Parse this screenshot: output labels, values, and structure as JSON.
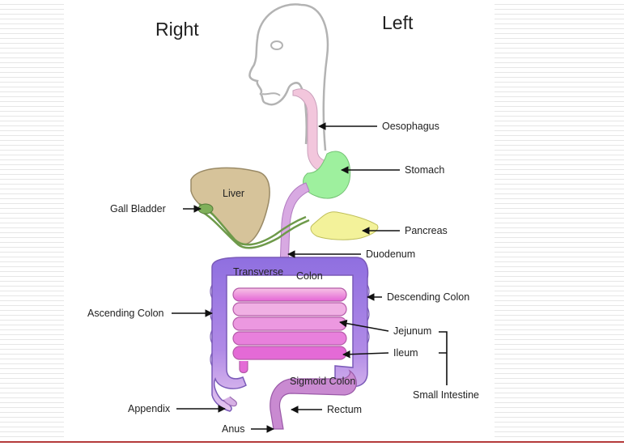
{
  "header": {
    "right": "Right",
    "left": "Left"
  },
  "organs": {
    "liver": "Liver",
    "transverse_a": "Transverse",
    "transverse_b": "Colon",
    "sigmoid": "Sigmoid Colon"
  },
  "labels": {
    "oesophagus": "Oesophagus",
    "stomach": "Stomach",
    "gall_bladder": "Gall Bladder",
    "pancreas": "Pancreas",
    "duodenum": "Duodenum",
    "ascending_colon": "Ascending Colon",
    "descending_colon": "Descending Colon",
    "jejunum": "Jejunum",
    "ileum": "Ileum",
    "small_intestine": "Small Intestine",
    "appendix": "Appendix",
    "rectum": "Rectum",
    "anus": "Anus"
  },
  "colors": {
    "head_outline": "#b3b3b3",
    "oesophagus": "#f2c6dc",
    "stomach": "#9ef09e",
    "liver": "#d6c39a",
    "gall_duct": "#6e9a4a",
    "pancreas": "#f3f29a",
    "duodenum": "#d8a9e2",
    "colon": "#9a7fe0",
    "small_intestine": "#ee7fe0",
    "sigmoid": "#c98ad1",
    "arrow": "#111111",
    "slide_accent": "#b43a3a"
  }
}
